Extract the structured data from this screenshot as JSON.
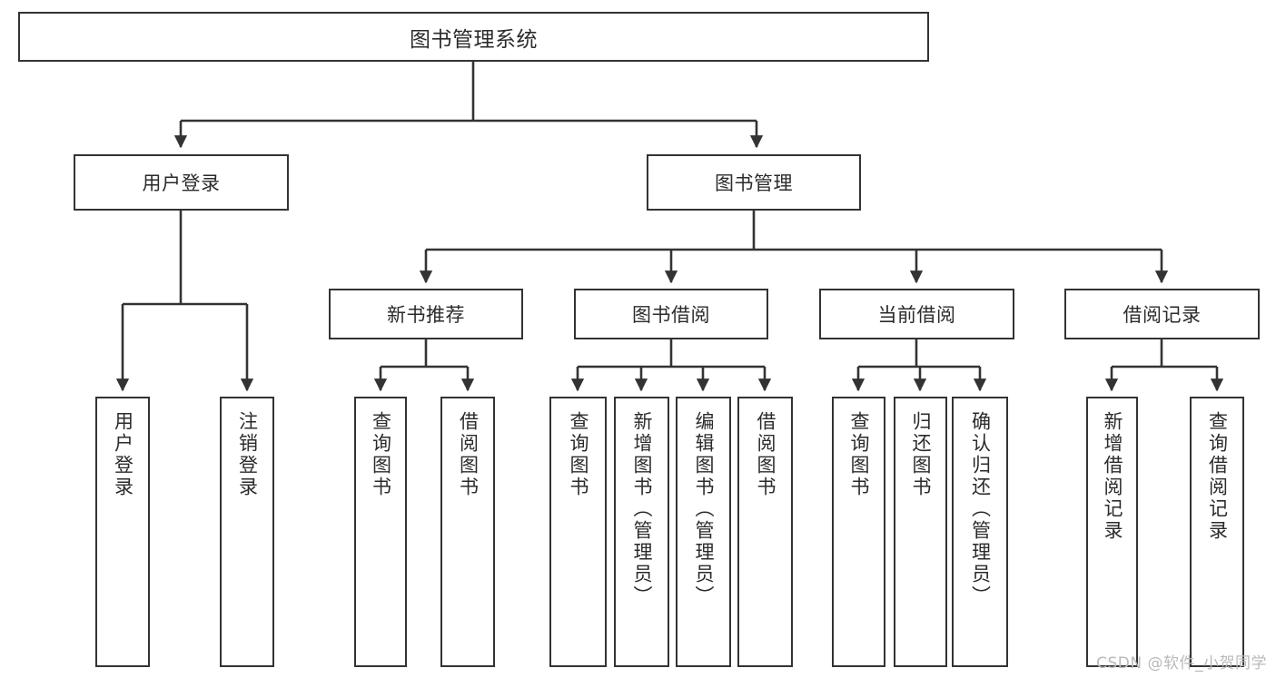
{
  "diagram": {
    "type": "tree-hierarchy-chart",
    "title": "图书管理系统",
    "root": {
      "id": "root",
      "label": "图书管理系统"
    },
    "level1": [
      {
        "id": "user-login",
        "label": "用户登录"
      },
      {
        "id": "book-manage",
        "label": "图书管理"
      }
    ],
    "level2": [
      {
        "id": "new-book-recommend",
        "label": "新书推荐"
      },
      {
        "id": "book-borrow",
        "label": "图书借阅"
      },
      {
        "id": "current-borrow",
        "label": "当前借阅"
      },
      {
        "id": "borrow-record",
        "label": "借阅记录"
      }
    ],
    "leaves": [
      {
        "id": "leaf-user-login",
        "parent": "user-login",
        "label": "用户登录"
      },
      {
        "id": "leaf-logout",
        "parent": "user-login",
        "label": "注销登录"
      },
      {
        "id": "leaf-query-book-1",
        "parent": "new-book-recommend",
        "label": "查询图书"
      },
      {
        "id": "leaf-borrow-book-1",
        "parent": "new-book-recommend",
        "label": "借阅图书"
      },
      {
        "id": "leaf-query-book-2",
        "parent": "book-borrow",
        "label": "查询图书"
      },
      {
        "id": "leaf-add-book",
        "parent": "book-borrow",
        "label": "新增图书（管理员）"
      },
      {
        "id": "leaf-edit-book",
        "parent": "book-borrow",
        "label": "编辑图书（管理员）"
      },
      {
        "id": "leaf-borrow-book-2",
        "parent": "book-borrow",
        "label": "借阅图书"
      },
      {
        "id": "leaf-query-book-3",
        "parent": "current-borrow",
        "label": "查询图书"
      },
      {
        "id": "leaf-return-book",
        "parent": "current-borrow",
        "label": "归还图书"
      },
      {
        "id": "leaf-confirm-return",
        "parent": "current-borrow",
        "label": "确认归还（管理员）"
      },
      {
        "id": "leaf-add-record",
        "parent": "borrow-record",
        "label": "新增借阅记录"
      },
      {
        "id": "leaf-query-record",
        "parent": "borrow-record",
        "label": "查询借阅记录"
      }
    ]
  },
  "watermark": {
    "text": "CSDN @软件_小贺同学"
  },
  "colors": {
    "box_border": "#333333",
    "box_fill": "#ffffff",
    "text": "#2b2b2b",
    "connector": "#333333",
    "watermark": "#b9b9b9",
    "background": "#ffffff"
  }
}
